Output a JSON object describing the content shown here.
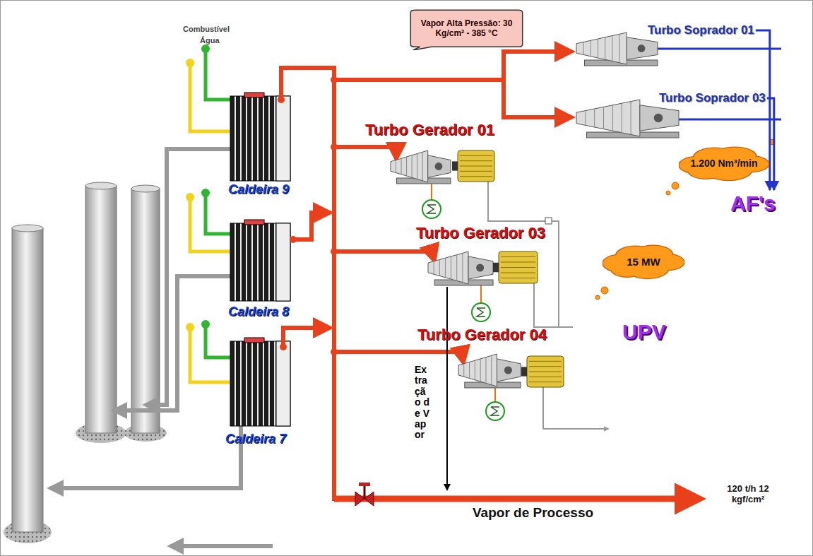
{
  "diagram": {
    "nodes": [
      {
        "text": [
          "Vapor Alta Pressão: 30 Kg/cm² - 385 °C"
        ]
      },
      {
        "text": [
          "Turbo Soprador 01"
        ]
      },
      {
        "text": [
          "Turbo Soprador 03"
        ]
      },
      {
        "text": [
          "Caldeira 9"
        ]
      },
      {
        "text": [
          "Turbo Gerador 01"
        ]
      },
      {
        "text": [
          "1.200 Nm³/min"
        ]
      },
      {
        "text": [
          "AF's"
        ]
      },
      {
        "text": [
          "Caldeira 8"
        ]
      },
      {
        "text": [
          "Turbo Gerador 03"
        ]
      },
      {
        "text": [
          "15 MW"
        ]
      },
      {
        "text": [
          "Turbo Gerador 04"
        ]
      },
      {
        "text": [
          "Caldeira 7"
        ]
      }
    ],
    "edges": [
      {
        "from": 1,
        "to": 6,
        "arrow": "to"
      },
      {
        "from": 2,
        "to": 6,
        "arrow": "to"
      }
    ],
    "labels": [
      "Combustível",
      "Água",
      "UPV",
      "Extração de Vapor",
      "Vapor de Processo",
      "120 t/h 12 kgf/cm²"
    ]
  }
}
